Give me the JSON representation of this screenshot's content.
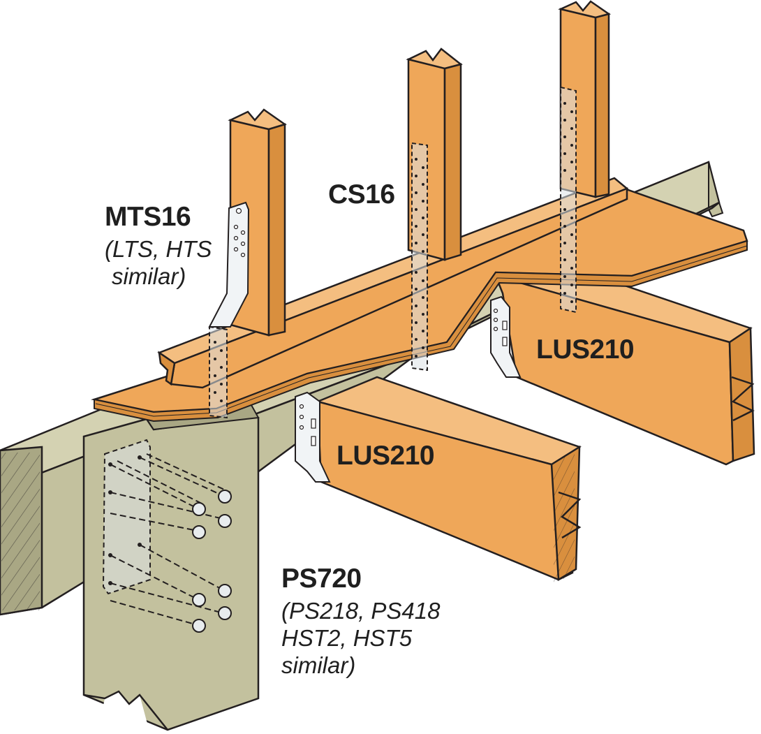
{
  "colors": {
    "lumber": "#EFA759",
    "lumber_dark": "#D98F3E",
    "lumber_light": "#F4BE80",
    "post": "#C3C19E",
    "post_dark": "#A9A784",
    "post_light": "#D4D2B2",
    "steel": "#DCE2E6",
    "steel_light": "#F1F4F6",
    "outline": "#231F20",
    "text": "#1F1F1F"
  },
  "labels": {
    "mts": {
      "title": "MTS16",
      "sub1": "(LTS, HTS",
      "sub2": "similar)"
    },
    "cs": {
      "title": "CS16"
    },
    "lus_right": {
      "title": "LUS210"
    },
    "lus_left": {
      "title": "LUS210"
    },
    "ps": {
      "title": "PS720",
      "sub1": "(PS218, PS418",
      "sub2": "HST2, HST5",
      "sub3": "similar)"
    }
  },
  "icons": {
    "strap": "perforated-strap-icon",
    "hanger": "joist-hanger-icon",
    "bolt": "hex-bolt-icon"
  }
}
